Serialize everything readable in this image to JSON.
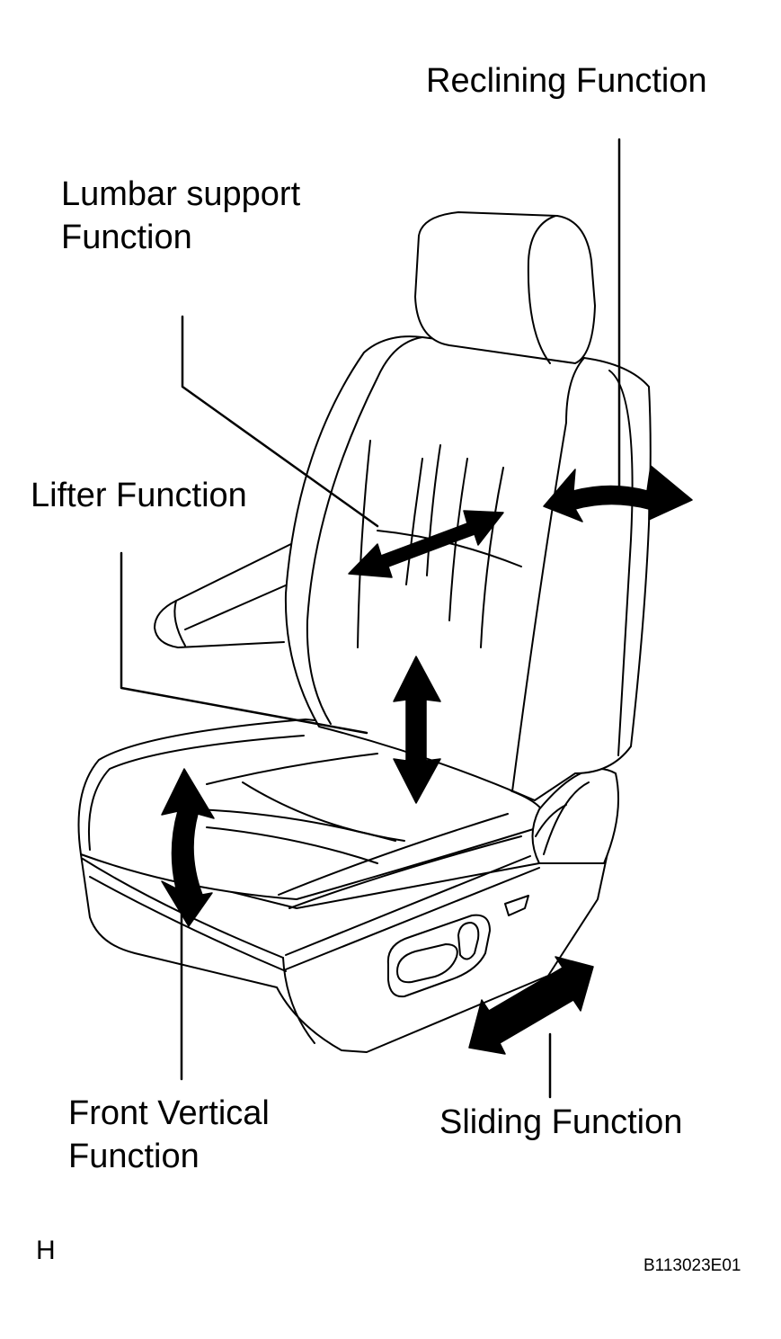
{
  "labels": {
    "reclining": "Reclining Function",
    "lumbar_line1": "Lumbar support",
    "lumbar_line2": "Function",
    "lifter": "Lifter Function",
    "front_vertical_line1": "Front Vertical",
    "front_vertical_line2": "Function",
    "sliding": "Sliding Function"
  },
  "corner_letter": "H",
  "figure_code": "B113023E01",
  "colors": {
    "ink": "#000000",
    "paper": "#ffffff"
  }
}
